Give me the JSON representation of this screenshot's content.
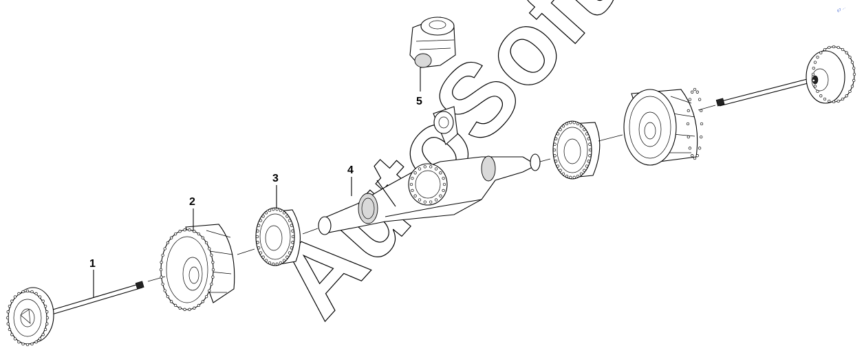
{
  "diagram": {
    "callouts": [
      {
        "id": "1",
        "label": "1"
      },
      {
        "id": "2",
        "label": "2"
      },
      {
        "id": "3",
        "label": "3"
      },
      {
        "id": "4",
        "label": "4"
      },
      {
        "id": "5",
        "label": "5"
      }
    ],
    "watermark": "AutoSoft",
    "corner_stamp": "07 ..."
  }
}
